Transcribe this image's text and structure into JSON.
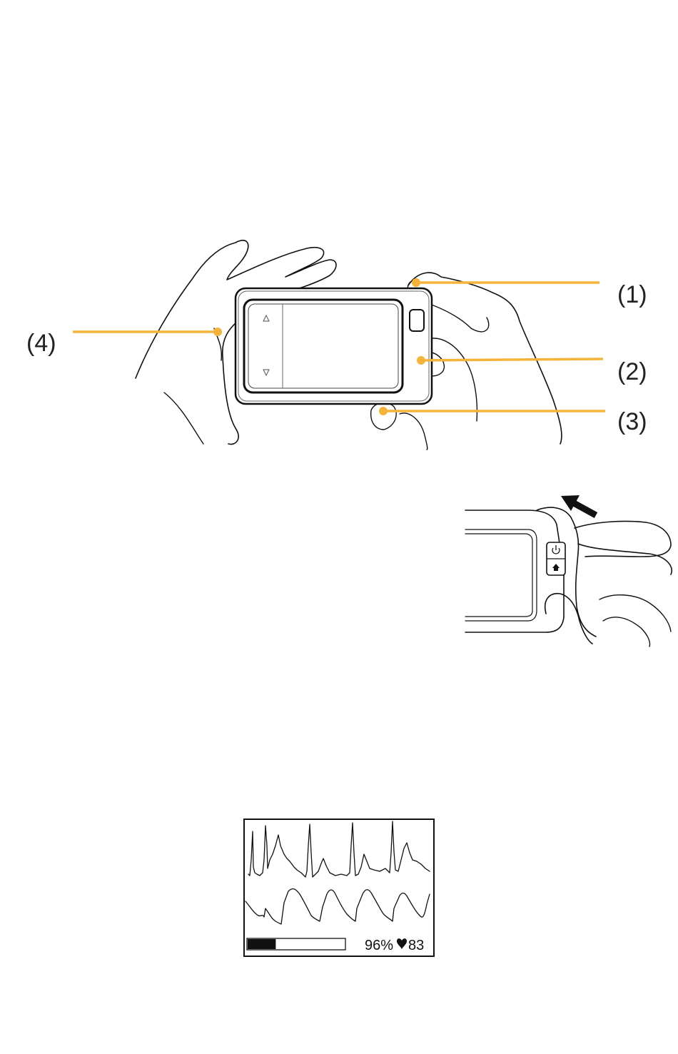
{
  "callouts": [
    {
      "label": "(1)"
    },
    {
      "label": "(2)"
    },
    {
      "label": "(3)"
    },
    {
      "label": "(4)"
    }
  ],
  "colors": {
    "callout": "#f5b33a",
    "ink": "#111111"
  },
  "device": {
    "arrow_up_icon": "up-triangle-icon",
    "arrow_down_icon": "down-triangle-icon",
    "power_icon": "power-icon",
    "home_icon": "home-icon"
  },
  "screen": {
    "spo2": "96%",
    "heart_rate": "83",
    "heart_icon": "heart-icon",
    "signal_level": 0.29
  }
}
